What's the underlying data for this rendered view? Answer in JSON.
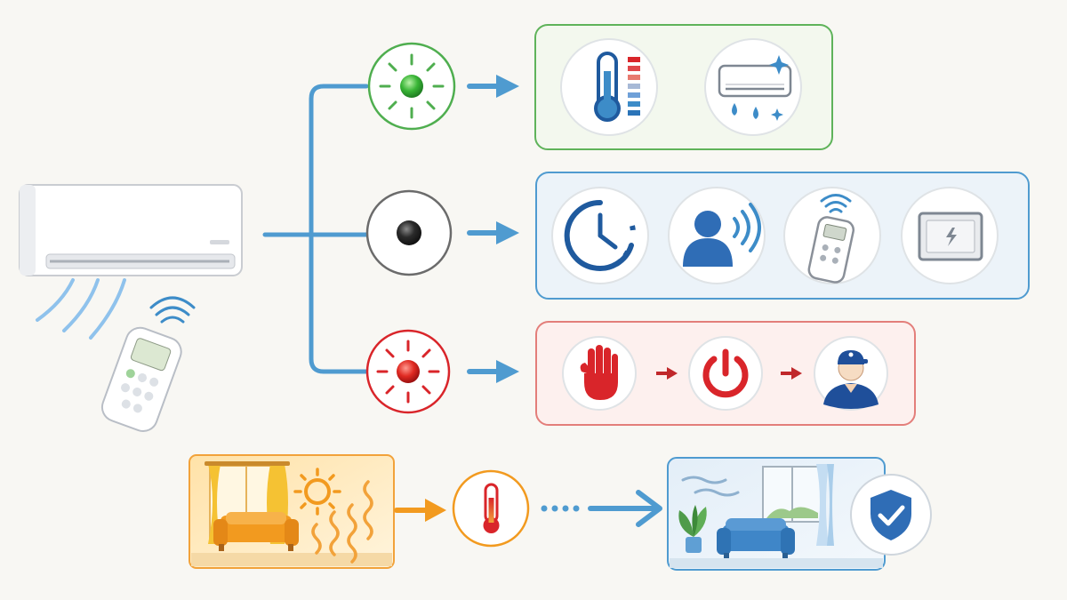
{
  "colors": {
    "background": "#f8f7f3",
    "green": "#4fae4f",
    "dark": "#333333",
    "red": "#d9252a",
    "blue": "#3d8cc8",
    "navy": "#1f5a9e",
    "orange": "#f29a1f",
    "connector": "#4f9bd0"
  },
  "indicators": [
    {
      "state": "green-steady",
      "icon": "green-glowing-led-icon"
    },
    {
      "state": "dark-off",
      "icon": "dark-led-icon"
    },
    {
      "state": "red-flashing",
      "icon": "red-glowing-led-icon"
    }
  ],
  "rows": {
    "normal": {
      "icons": [
        "thermometer-icon",
        "cooling-ac-icon"
      ]
    },
    "standby": {
      "icons": [
        "timer-clock-icon",
        "voice-control-icon",
        "remote-signal-icon",
        "power-panel-icon"
      ]
    },
    "fault": {
      "icons": [
        "stop-hand-icon",
        "power-off-icon",
        "technician-icon"
      ]
    }
  },
  "bottom": {
    "icons": [
      "hot-room-icon",
      "temperature-check-icon",
      "cool-room-icon",
      "protection-shield-icon"
    ]
  },
  "source": {
    "icons": [
      "air-conditioner-unit-icon",
      "remote-control-icon"
    ]
  }
}
